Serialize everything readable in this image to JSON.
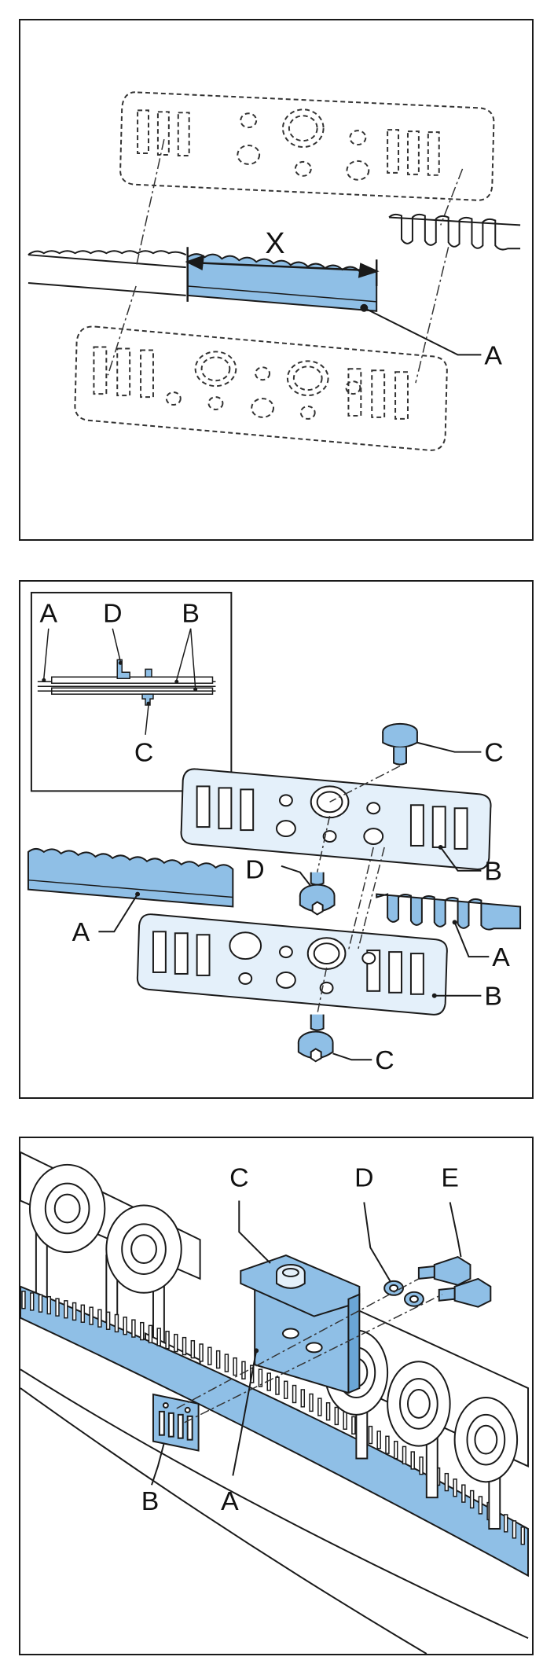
{
  "panels": [
    {
      "id": "panel-1",
      "labels": {
        "x": "X",
        "a": "A"
      }
    },
    {
      "id": "panel-2",
      "inset_labels": {
        "a": "A",
        "d": "D",
        "b": "B",
        "c": "C"
      },
      "labels": {
        "c_top": "C",
        "d": "D",
        "b_top": "B",
        "a_left": "A",
        "a_right": "A",
        "b_bottom": "B",
        "c_bottom": "C"
      }
    },
    {
      "id": "panel-3",
      "labels": {
        "c": "C",
        "d": "D",
        "e": "E",
        "b": "B",
        "a": "A"
      }
    }
  ],
  "colors": {
    "part_fill": "#8fbfe6",
    "part_light": "#e4f0fa",
    "line": "#1a1a1a"
  }
}
